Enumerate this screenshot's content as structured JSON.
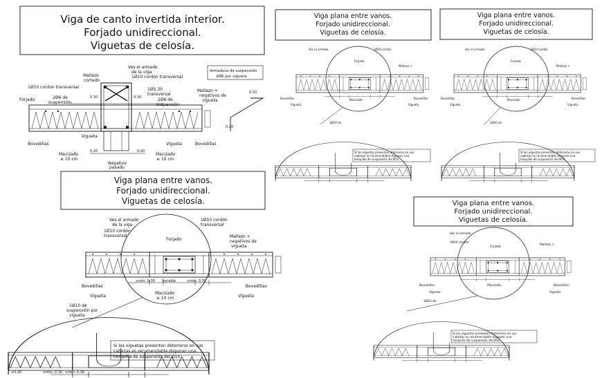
{
  "details": [
    {
      "id": "viga-canto",
      "title": [
        "Viga de canto invertida interior.",
        "Forjado unidireccional.",
        "Viguetas de celosía."
      ],
      "labels": {
        "ves_armado": "Ves el armado",
        "de_la_viga": "de la viga",
        "mallazo": "Mallazo",
        "cortado": "cortado",
        "cordon_trans_a": "1Ø10 cordon transversal",
        "cordon_trans_b": "1Ø10 cordón transversal",
        "ds_30": "1ØS.30",
        "transversal": "transversal",
        "forjado": "Forjado",
        "ze6_de": "2Ø6 de",
        "suspension": "suspensión",
        "mallazo_mas": "Mallazo +",
        "neg_de": "negativos de",
        "vigueta": "vigueta",
        "bovedillas": "Bovedillas",
        "vigueta_lbl": "Vigueta",
        "macizado": "Macizado",
        "diez_cm": "≥ 10 cm",
        "negativo": "Negativo",
        "pasado": "pasado",
        "d030": "0.30",
        "d020": "0.20",
        "armadura_l1": "Armadura de suspensión",
        "armadura_l2": "2Ø6 por vigueta"
      }
    },
    {
      "id": "viga-plana-1",
      "title": [
        "Viga plana entre vanos.",
        "Forjado unidireccional.",
        "Viguetas de celosía."
      ],
      "labels": {
        "ves_armado": "Ves el armado",
        "de_la_viga": "de la viga",
        "cordon_a": "1Ø10 cordón",
        "transversal": "transversal",
        "forjado": "Forjado",
        "mallazo_mas": "Mallazo +",
        "neg_de": "negativos de",
        "vigueta": "vigueta",
        "bovedillas": "Bovedillas",
        "vigueta_lbl": "Vigueta",
        "macizado": "Macizado",
        "diez_cm": "≥ 10 cm",
        "d_de": "1Ø10 de",
        "susp_por": "suspensión por",
        "vigueta2": "vigueta",
        "note": [
          "Si las viguetas presentan deterioros en sus",
          "cabezas es recomendable disponer una",
          "horquilla de suspensión del Ø10"
        ],
        "dims": [
          "≥0.20",
          "≥mín. 0.30",
          "Variable",
          "≥mín. 0.30",
          "≥0.20"
        ]
      }
    },
    {
      "id": "viga-plana-2",
      "title": [
        "Viga plana entre vanos.",
        "Forjado unidireccional.",
        "Viguetas de celosía."
      ]
    },
    {
      "id": "viga-plana-3",
      "title": [
        "Viga plana entre vanos.",
        "Forjado unidireccional.",
        "Viguetas de celosía."
      ]
    },
    {
      "id": "viga-plana-4",
      "title": [
        "Viga plana entre vanos.",
        "Forjado unidireccional.",
        "Viguetas de celosía."
      ]
    }
  ]
}
